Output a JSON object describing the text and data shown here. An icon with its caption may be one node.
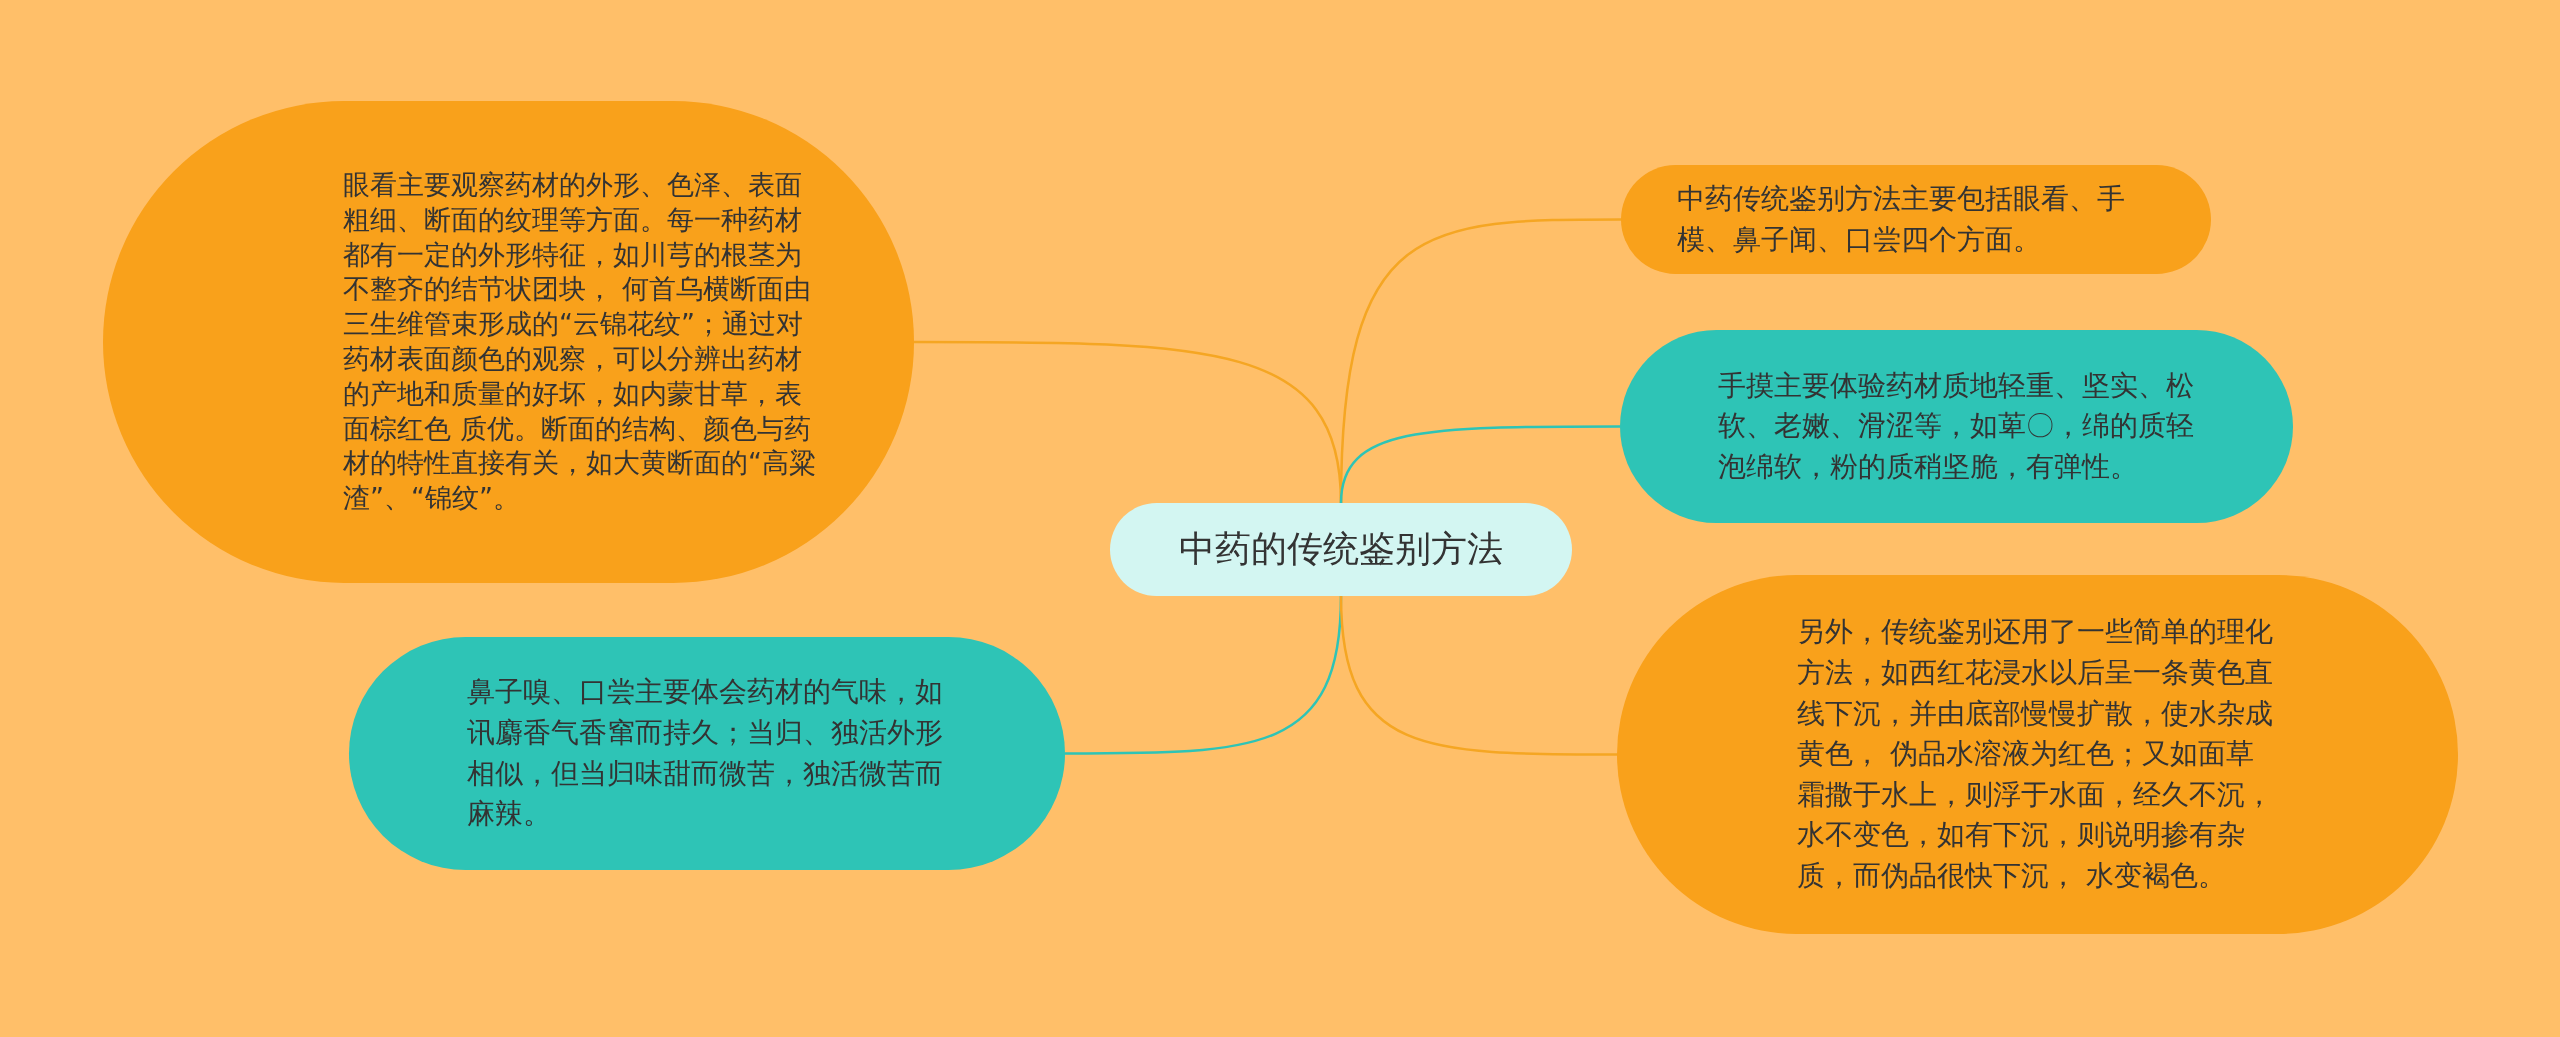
{
  "diagram": {
    "nodes": [
      {
        "text": [
          "中药的传统鉴别方法"
        ]
      },
      {
        "text": [
          "眼看主要观察药材的外形、色泽、表面粗细、断面的纹理等方面。每一种药材都有一定的外形特征，如川芎的根茎为不整齐的结节状团块， 何首乌横断面由三生维管束形成的“云锦花纹”；通过对药材表面颜色的观察，可以分辨出药材的产地和质量的好坏，如内蒙甘草，表面棕红色 质优。断面的结构、颜色与药材的特性直接有关，如大黄断面的“高粱渣”、“锦纹”。"
        ]
      },
      {
        "text": [
          "鼻子嗅、口尝主要体会药材的气味，如讯麝香气香窜而持久；当归、独活外形相似，但当归味甜而微苦，独活微苦而麻辣。"
        ]
      },
      {
        "text": [
          "中药传统鉴别方法主要包括眼看、手模、鼻子闻、口尝四个方面。"
        ]
      },
      {
        "text": [
          "手摸主要体验药材质地轻重、坚实、松软、老嫩、滑涩等，如萆〇，绵的质轻泡绵软，粉的质稍坚脆，有弹性。"
        ]
      },
      {
        "text": [
          "另外，传统鉴别还用了一些简单的理化方法，如西红花浸水以后呈一条黄色直线下沉，并由底部慢慢扩散，使水杂成黄色， 伪品水溶液为红色；又如面草霜撒于水上，则浮于水面，经久不沉，水不变色，如有下沉，则说明掺有杂质，而伪品很快下沉， 水变褐色。"
        ]
      }
    ],
    "edges": [
      {
        "from": 0,
        "to": 1,
        "arrow": "none"
      },
      {
        "from": 0,
        "to": 2,
        "arrow": "none",
        "color": "#2ec4b6"
      },
      {
        "from": 0,
        "to": 3,
        "arrow": "none"
      },
      {
        "from": 0,
        "to": 4,
        "arrow": "none",
        "color": "#2ec4b6"
      },
      {
        "from": 0,
        "to": 5,
        "arrow": "none"
      }
    ]
  }
}
